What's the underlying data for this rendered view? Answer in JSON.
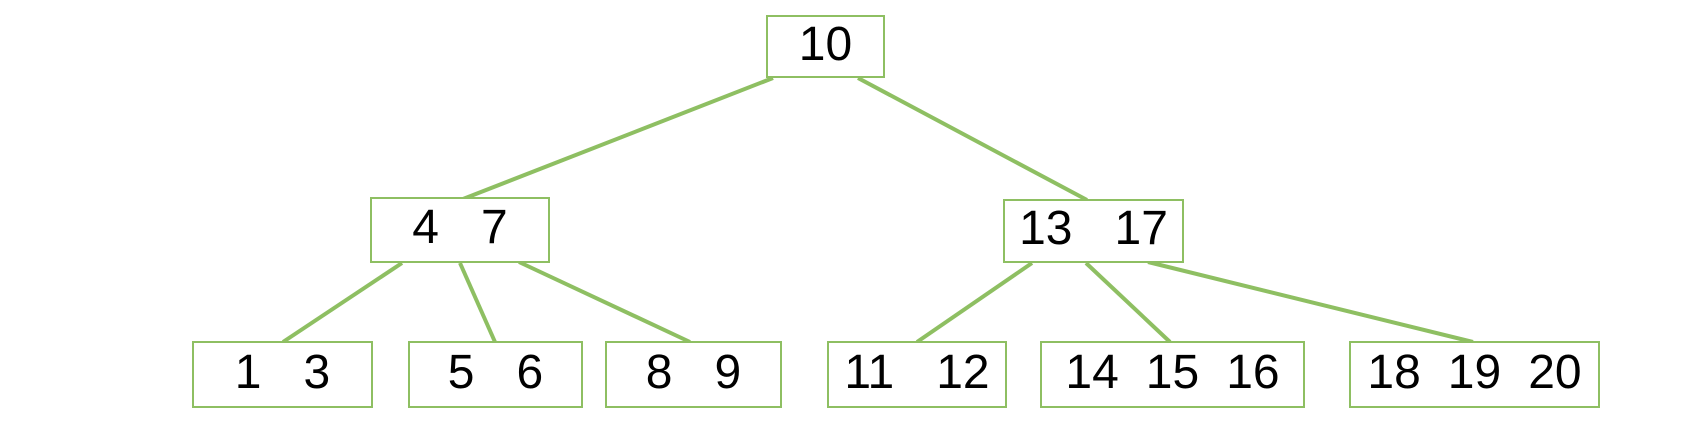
{
  "diagram": {
    "type": "b-tree",
    "colors": {
      "accent": "#8ebf62",
      "text": "#000000",
      "background": "#ffffff"
    },
    "nodes": [
      {
        "id": "root",
        "level": 0,
        "keys": [
          "10"
        ]
      },
      {
        "id": "n4-7",
        "level": 1,
        "keys": [
          "4",
          "7"
        ]
      },
      {
        "id": "n13-17",
        "level": 1,
        "keys": [
          "13",
          "17"
        ]
      },
      {
        "id": "n1-3",
        "level": 2,
        "keys": [
          "1",
          "3"
        ]
      },
      {
        "id": "n5-6",
        "level": 2,
        "keys": [
          "5",
          "6"
        ]
      },
      {
        "id": "n8-9",
        "level": 2,
        "keys": [
          "8",
          "9"
        ]
      },
      {
        "id": "n11-12",
        "level": 2,
        "keys": [
          "11",
          "12"
        ]
      },
      {
        "id": "n14-15-16",
        "level": 2,
        "keys": [
          "14",
          "15",
          "16"
        ]
      },
      {
        "id": "n18-19-20",
        "level": 2,
        "keys": [
          "18",
          "19",
          "20"
        ]
      }
    ],
    "edges": [
      {
        "from": "root",
        "to": "n4-7"
      },
      {
        "from": "root",
        "to": "n13-17"
      },
      {
        "from": "n4-7",
        "to": "n1-3"
      },
      {
        "from": "n4-7",
        "to": "n5-6"
      },
      {
        "from": "n4-7",
        "to": "n8-9"
      },
      {
        "from": "n13-17",
        "to": "n11-12"
      },
      {
        "from": "n13-17",
        "to": "n14-15-16"
      },
      {
        "from": "n13-17",
        "to": "n18-19-20"
      }
    ]
  }
}
